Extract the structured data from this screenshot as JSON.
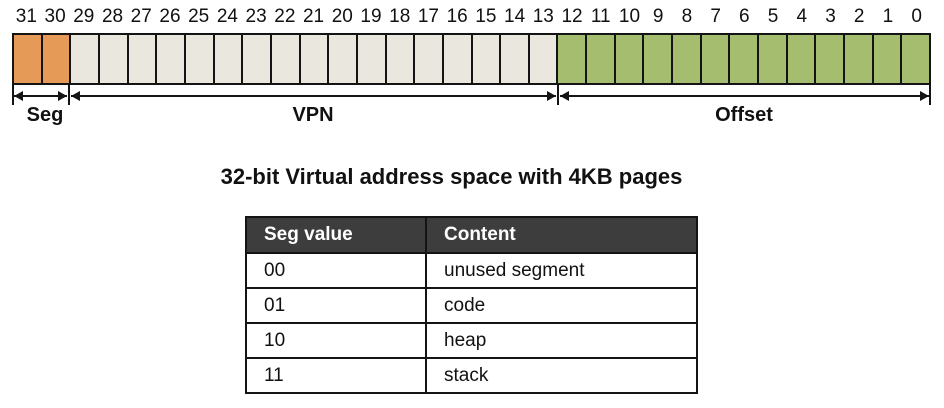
{
  "diagram": {
    "bit_labels": [
      "31",
      "30",
      "29",
      "28",
      "27",
      "26",
      "25",
      "24",
      "23",
      "22",
      "21",
      "20",
      "19",
      "18",
      "17",
      "16",
      "15",
      "14",
      "13",
      "12",
      "11",
      "10",
      "9",
      "8",
      "7",
      "6",
      "5",
      "4",
      "3",
      "2",
      "1",
      "0"
    ],
    "regions": [
      {
        "name": "Seg",
        "from_bit": 31,
        "to_bit": 30,
        "color": "#E59A57"
      },
      {
        "name": "VPN",
        "from_bit": 29,
        "to_bit": 13,
        "color": "#EAE7DE"
      },
      {
        "name": "Offset",
        "from_bit": 12,
        "to_bit": 0,
        "color": "#A4BD6F"
      }
    ],
    "border_color": "#141414"
  },
  "title": "32-bit Virtual address space with 4KB pages",
  "table": {
    "headers": [
      "Seg value",
      "Content"
    ],
    "rows": [
      [
        "00",
        "unused segment"
      ],
      [
        "01",
        "code"
      ],
      [
        "10",
        "heap"
      ],
      [
        "11",
        "stack"
      ]
    ],
    "header_bg": "#3D3D3D",
    "header_text": "#FFFFFF"
  }
}
